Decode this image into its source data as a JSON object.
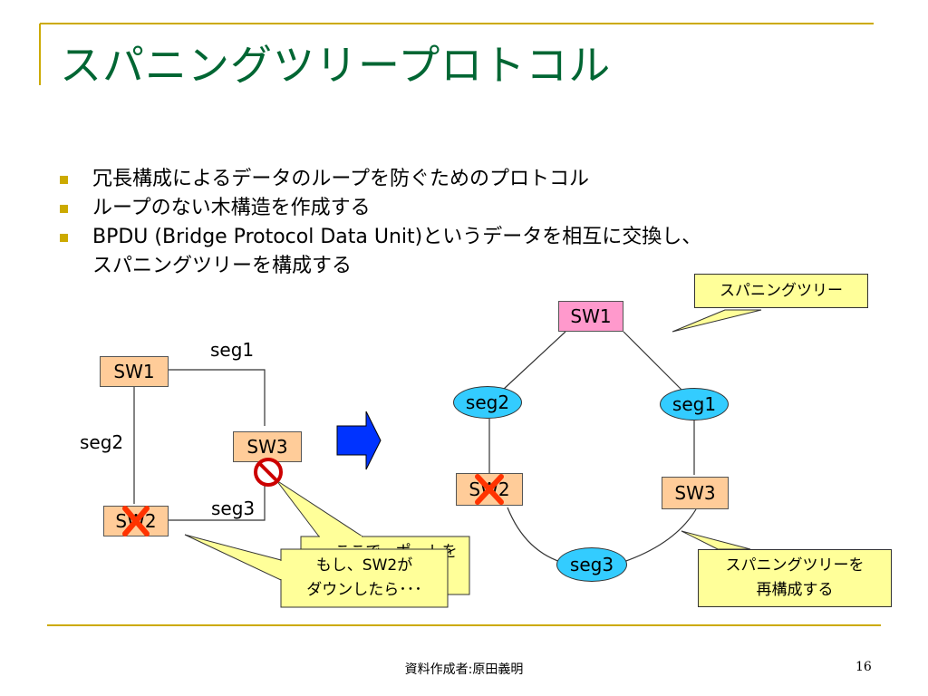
{
  "title": "スパニングツリープロトコル",
  "bullets": [
    "冗長構成によるデータのループを防ぐためのプロトコル",
    "ループのない木構造を作成する",
    "BPDU (Bridge Protocol Data Unit)というデータを相互に交換し、スパニングツリーを構成する"
  ],
  "left_diagram": {
    "sw1": "SW1",
    "sw2": "SW2",
    "sw3": "SW3",
    "seg1": "seg1",
    "seg2": "seg2",
    "seg3": "seg3",
    "callout_back": "ここで、ポートを",
    "callout_front_line1": "もし、SW2が",
    "callout_front_line2": "ダウンしたら･･･"
  },
  "right_diagram": {
    "sw1": "SW1",
    "sw2": "SW2",
    "sw3": "SW3",
    "seg1": "seg1",
    "seg2": "seg2",
    "seg3": "seg3",
    "callout_top": "スパニングツリー",
    "callout_bottom_line1": "スパニングツリーを",
    "callout_bottom_line2": "再構成する"
  },
  "footer": {
    "author": "資料作成者:原田義明",
    "page": "16"
  },
  "colors": {
    "title": "#006633",
    "accent_line": "#ccaa00",
    "switch": "#ffcc99",
    "root_switch": "#ff99cc",
    "segment": "#33ccff",
    "callout": "#ffff99",
    "arrow": "#0033ff",
    "cross": "#ff3300"
  }
}
